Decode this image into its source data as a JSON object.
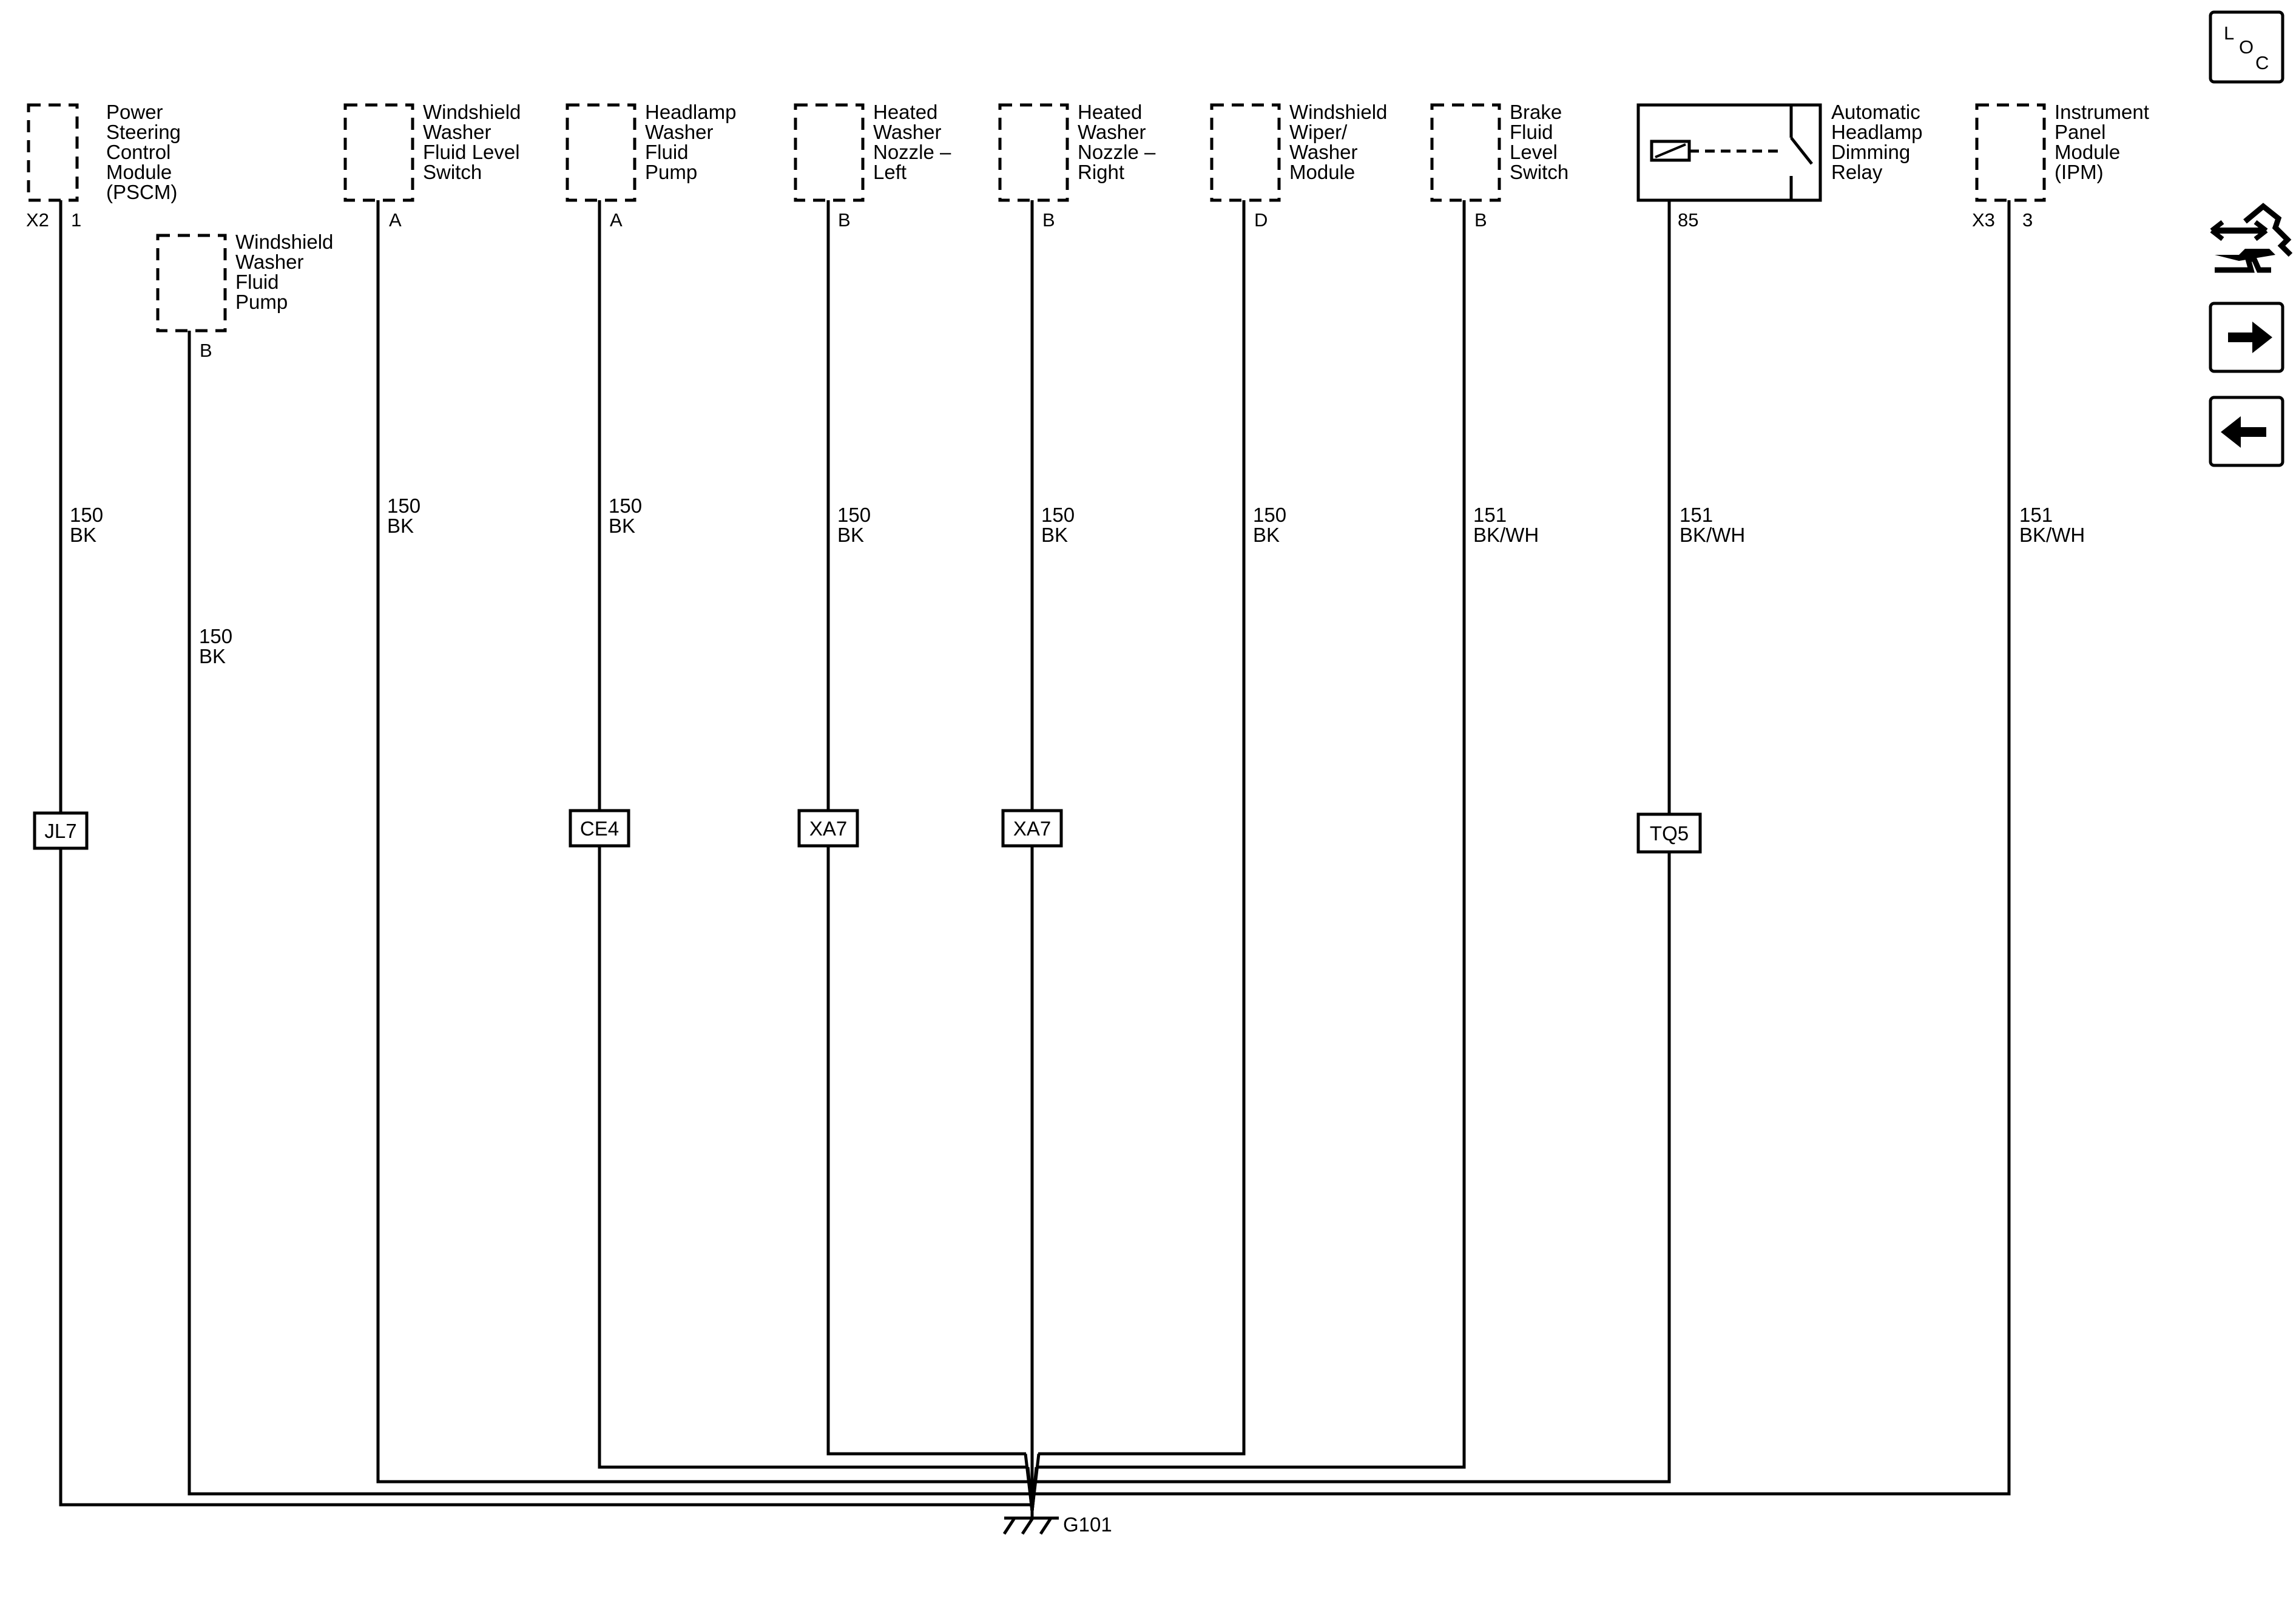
{
  "components": [
    {
      "id": "pscm",
      "lines": [
        "Power",
        "Steering",
        "Control",
        "Module",
        "(PSCM)"
      ],
      "connector": "X2",
      "pin": "1",
      "dashed": true
    },
    {
      "id": "washer-pump",
      "lines": [
        "Windshield",
        "Washer",
        "Fluid",
        "Pump"
      ],
      "connector": "",
      "pin": "B",
      "dashed": true
    },
    {
      "id": "fluid-level-switch",
      "lines": [
        "Windshield",
        "Washer",
        "Fluid Level",
        "Switch"
      ],
      "connector": "",
      "pin": "A",
      "dashed": true
    },
    {
      "id": "headlamp-washer-pump",
      "lines": [
        "Headlamp",
        "Washer",
        "Fluid",
        "Pump"
      ],
      "connector": "",
      "pin": "A",
      "dashed": true
    },
    {
      "id": "nozzle-left",
      "lines": [
        "Heated",
        "Washer",
        "Nozzle –",
        "Left"
      ],
      "connector": "",
      "pin": "B",
      "dashed": true
    },
    {
      "id": "nozzle-right",
      "lines": [
        "Heated",
        "Washer",
        "Nozzle –",
        "Right"
      ],
      "connector": "",
      "pin": "B",
      "dashed": true
    },
    {
      "id": "wiper-module",
      "lines": [
        "Windshield",
        "Wiper/",
        "Washer",
        "Module"
      ],
      "connector": "",
      "pin": "D",
      "dashed": true
    },
    {
      "id": "brake-switch",
      "lines": [
        "Brake",
        "Fluid",
        "Level",
        "Switch"
      ],
      "connector": "",
      "pin": "B",
      "dashed": true
    },
    {
      "id": "dimming-relay",
      "lines": [
        "Automatic",
        "Headlamp",
        "Dimming",
        "Relay"
      ],
      "connector": "",
      "pin": "85",
      "dashed": false
    },
    {
      "id": "ipm",
      "lines": [
        "Instrument",
        "Panel",
        "Module",
        "(IPM)"
      ],
      "connector": "X3",
      "pin": "3",
      "dashed": true
    }
  ],
  "wires": [
    {
      "circuit": "150",
      "color": "BK",
      "inline": "JL7"
    },
    {
      "circuit": "150",
      "color": "BK",
      "inline": ""
    },
    {
      "circuit": "150",
      "color": "BK",
      "inline": ""
    },
    {
      "circuit": "150",
      "color": "BK",
      "inline": "CE4"
    },
    {
      "circuit": "150",
      "color": "BK",
      "inline": "XA7"
    },
    {
      "circuit": "150",
      "color": "BK",
      "inline": "XA7"
    },
    {
      "circuit": "150",
      "color": "BK",
      "inline": ""
    },
    {
      "circuit": "151",
      "color": "BK/WH",
      "inline": ""
    },
    {
      "circuit": "151",
      "color": "BK/WH",
      "inline": "TQ5"
    },
    {
      "circuit": "151",
      "color": "BK/WH",
      "inline": ""
    }
  ],
  "ground": {
    "label": "G101"
  },
  "side_panel": {
    "loc_letters": [
      "L",
      "O",
      "C"
    ],
    "icons": [
      "connector-tool-icon",
      "next-arrow-icon",
      "previous-arrow-icon"
    ]
  }
}
